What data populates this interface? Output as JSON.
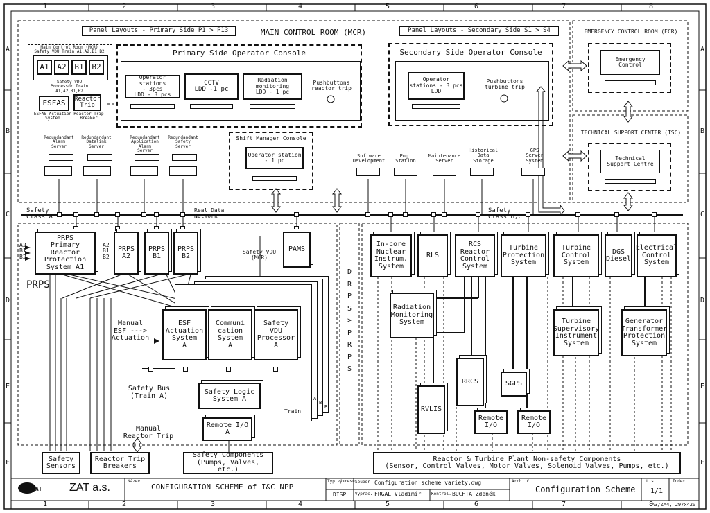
{
  "grid": {
    "cols": [
      "1",
      "2",
      "3",
      "4",
      "5",
      "6",
      "7",
      "8"
    ],
    "rows": [
      "A",
      "B",
      "C",
      "D",
      "E",
      "F"
    ]
  },
  "mcr": {
    "title": "MAIN CONTROL ROOM (MCR)",
    "panel_primary": "Panel Layouts - Primary Side P1 > P13",
    "panel_secondary": "Panel Layouts - Secondary Side S1 > S4",
    "safety_vdu_train": "Main Control Room (MCR)\nSafety VDU Train A1,A2,B1,B2",
    "trains": [
      "A1",
      "A2",
      "B1",
      "B2"
    ],
    "safety_vdu_proc": "Safety VDU\nProcessor Train\nA1,A2,B1,B2",
    "esfas": "ESFAS",
    "reactor_trip": "Reactor\nTrip",
    "esfas_caption": "ESFAS Actuation\nSystem",
    "rt_caption": "Reactor Trip\nBreaker",
    "primary_console": {
      "title": "Primary Side Operator Console",
      "operator": "Operator stations\n- 3pcs\nLDD - 3 pcs",
      "cctv": "CCTV\nLDD -1 pc",
      "radiation": "Radiation monitoring\nLDD - 1 pc",
      "pushbuttons": "Pushbuttons\nreactor trip"
    },
    "secondary_console": {
      "title": "Secondary Side Operator Console",
      "operator": "Operator\nstations - 3 pcs\nLDD",
      "pushbuttons": "Pushbuttons\nturbine trip"
    },
    "shift_manager": {
      "title": "Shift Manager Console",
      "operator": "Operator station\n- 1 pc"
    },
    "servers_left": [
      "Redundandant\nAlarm\nServer",
      "Redundandant\nDatalink\nServer",
      "Redundandant\nApplication\nAlarm\nServer",
      "Redundandant\nSafety\nServer"
    ],
    "servers_right": [
      "Software\nDevelopment",
      "Eng.\nStation",
      "Maintenance\nServer",
      "Historical\nData\nStorage",
      "GPS\nServer\nSystem"
    ]
  },
  "ecr": {
    "title": "EMERGENCY CONTROL ROOM (ECR)",
    "box": "Emergency\nControl"
  },
  "tsc": {
    "title": "TECHNICAL SUPPORT CENTER (TSC)",
    "box": "Technical\nSupport Centre"
  },
  "network": {
    "safety_a": "Safety\nClass A",
    "real_data": "Real Data\nNetwork",
    "safety_bc": "Safety\nClass B,C"
  },
  "prps": {
    "label": "PRPS",
    "a1": "PRPS\nPrimary\nReactor\nProtection\nSystem A1",
    "a2": "PRPS\nA2",
    "b1": "PRPS\nB1",
    "b2": "PRPS\nB2",
    "inputs": "A2\nB1\nB2",
    "inputs2": "A2\nB1\nB2",
    "pams": "PAMS",
    "safety_vdu_mcr": "Safety VDU\n(MCR)",
    "manual_esf": "Manual\nESF --->\nActuation",
    "esf": "ESF\nActuation\nSystem\nA",
    "comm": "Communi\ncation\nSystem\nA",
    "svdu": "Safety\nVDU\nProcessor\nA",
    "safety_bus": "Safety Bus\n(Train A)",
    "logic": "Safety Logic\nSystem A",
    "remote": "Remote I/O\nA",
    "manual_rt": "Manual\nReactor Trip",
    "train_label": "Train",
    "train_letters": [
      "A",
      "B",
      "B"
    ],
    "sensors": "Safety\nSensors",
    "breakers": "Reactor Trip\nBreakers",
    "components": "Safety Components\n(Pumps, Valves, etc.)"
  },
  "drps": {
    "label": "D\nR\nP\nS\n>\nP\nR\nP\nS"
  },
  "bc": {
    "incore": "In-core\nNuclear\nInstrum.\nSystem",
    "rls": "RLS",
    "rcs": "RCS\nReactor\nControl\nSystem",
    "tps": "Turbine\nProtection\nSystem",
    "tcs": "Turbine\nControl\nSystem",
    "dgs": "DGS\nDiesel",
    "ecs": "Electrical\nControl\nSystem",
    "rms": "Radiation\nMonitoring\nSystem",
    "tsis": "Turbine\nSupervisory\nInstrument\nSystem",
    "gtps": "Generator\nTransformer\nProtection\nSystem",
    "rrcs": "RRCS",
    "sgps": "SGPS",
    "rvlis": "RVLIS",
    "remote1": "Remote\nI/O",
    "remote2": "Remote\nI/O",
    "nonsafety": "Reactor & Turbine Plant Non-safety Components\n(Sensor, Control Valves, Motor Valves, Solenoid Valves, Pumps, etc.)"
  },
  "titleblock": {
    "company": "ZAT a.s.",
    "logo": "ZAT",
    "nazev_label": "Název",
    "name": "CONFIGURATION SCHEME of I&C NPP",
    "typ_label": "Typ výkresu",
    "typ": "DISP",
    "soubor_label": "Soubor",
    "soubor": "Configuration scheme variety.dwg",
    "vypr_label": "Vyprac.",
    "vypr": "FRGAL Vladimír",
    "kontr_label": "Kontrol.",
    "kontr": "BUCHTA Zdeněk",
    "arch_label": "Arch. č.",
    "scheme": "Configuration Scheme",
    "list_label": "List",
    "list": "1/1",
    "index_label": "Index",
    "format": "A3/ZA4, 297x420"
  }
}
